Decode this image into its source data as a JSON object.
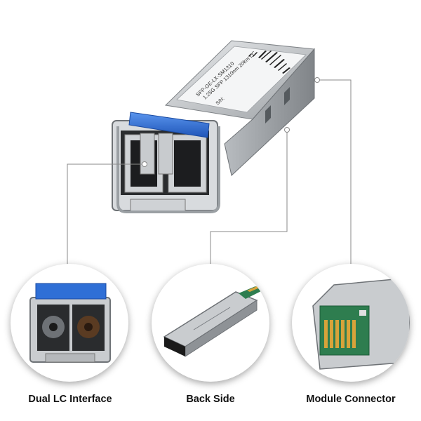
{
  "product": {
    "label_line1": "SFP-GE-LX-SM1310",
    "label_line2": "1.25G SFP 1310nm 20km LC",
    "label_line3": "S/N:"
  },
  "details": [
    {
      "caption": "Dual LC Interface",
      "icon": "dual-lc-interface"
    },
    {
      "caption": "Back Side",
      "icon": "sfp-module-back"
    },
    {
      "caption": "Module Connector",
      "icon": "edge-connector"
    }
  ],
  "colors": {
    "bail_blue": "#2f6fd6",
    "metal": "#c9cccf",
    "callout_line": "#8a8a8a",
    "gold_contacts": "#d8a33a",
    "pcb_green": "#2e7d4f"
  }
}
